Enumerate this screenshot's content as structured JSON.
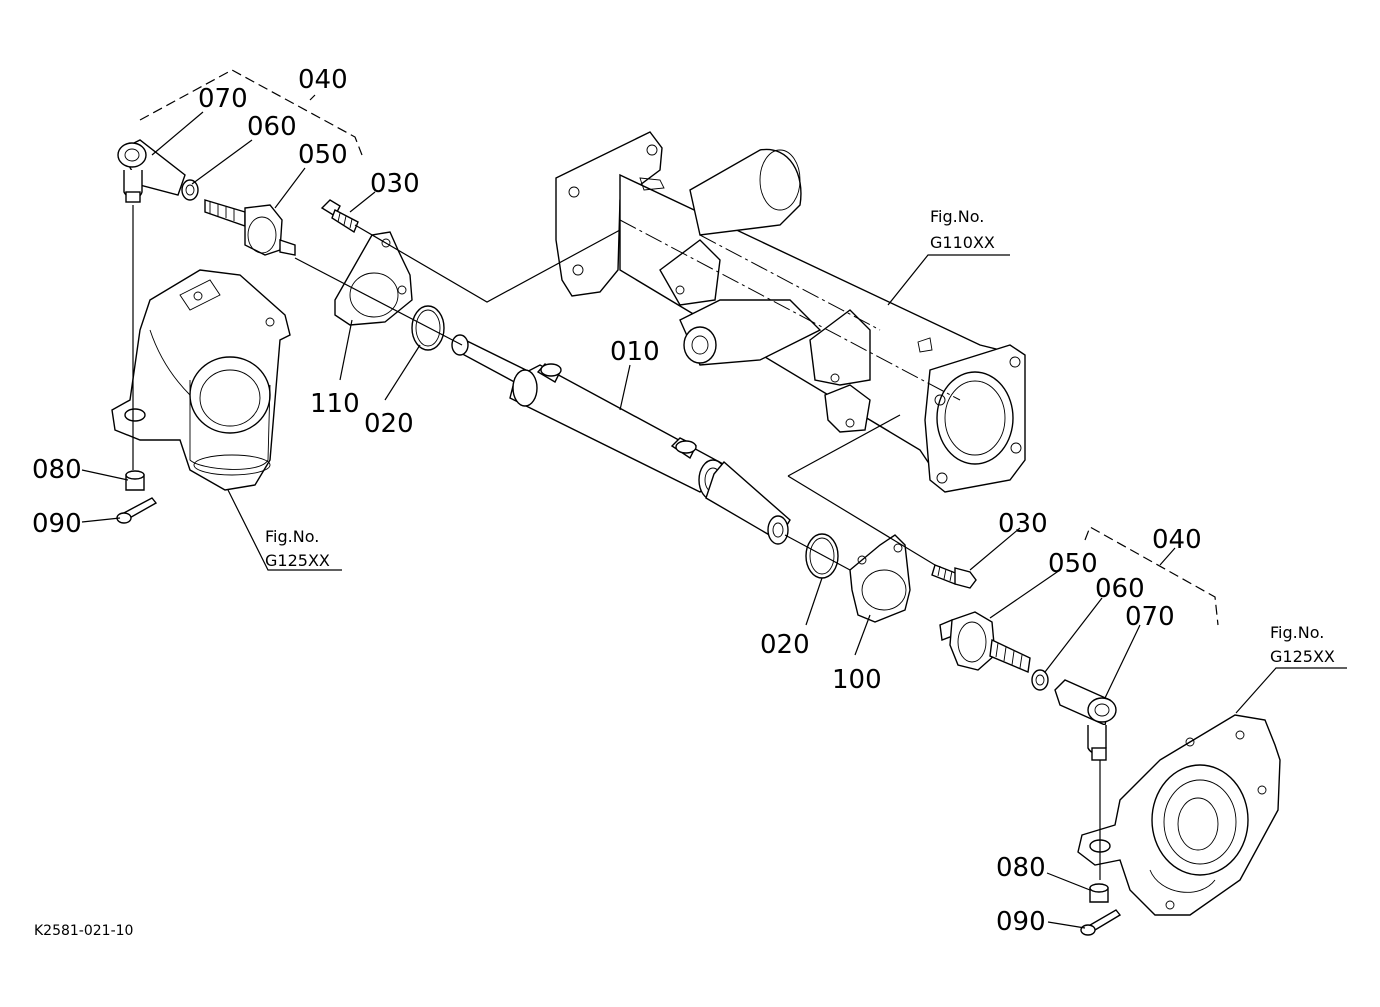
{
  "diagram": {
    "labels": {
      "p040_top": "040",
      "p070_top": "070",
      "p060_top": "060",
      "p050_top": "050",
      "p030_top": "030",
      "p110": "110",
      "p020_left": "020",
      "p010": "010",
      "p080_left": "080",
      "p090_left": "090",
      "p030_bottom": "030",
      "p040_bottom": "040",
      "p050_bottom": "050",
      "p060_bottom": "060",
      "p070_bottom": "070",
      "p020_right": "020",
      "p100": "100",
      "p080_right": "080",
      "p090_right": "090"
    },
    "figure_refs": {
      "axle_fig_label": "Fig.No.",
      "axle_fig_code": "G110XX",
      "left_case_fig_label": "Fig.No.",
      "left_case_fig_code": "G125XX",
      "right_case_fig_label": "Fig.No.",
      "right_case_fig_code": "G125XX"
    },
    "drawing_code": "K2581-021-10"
  }
}
